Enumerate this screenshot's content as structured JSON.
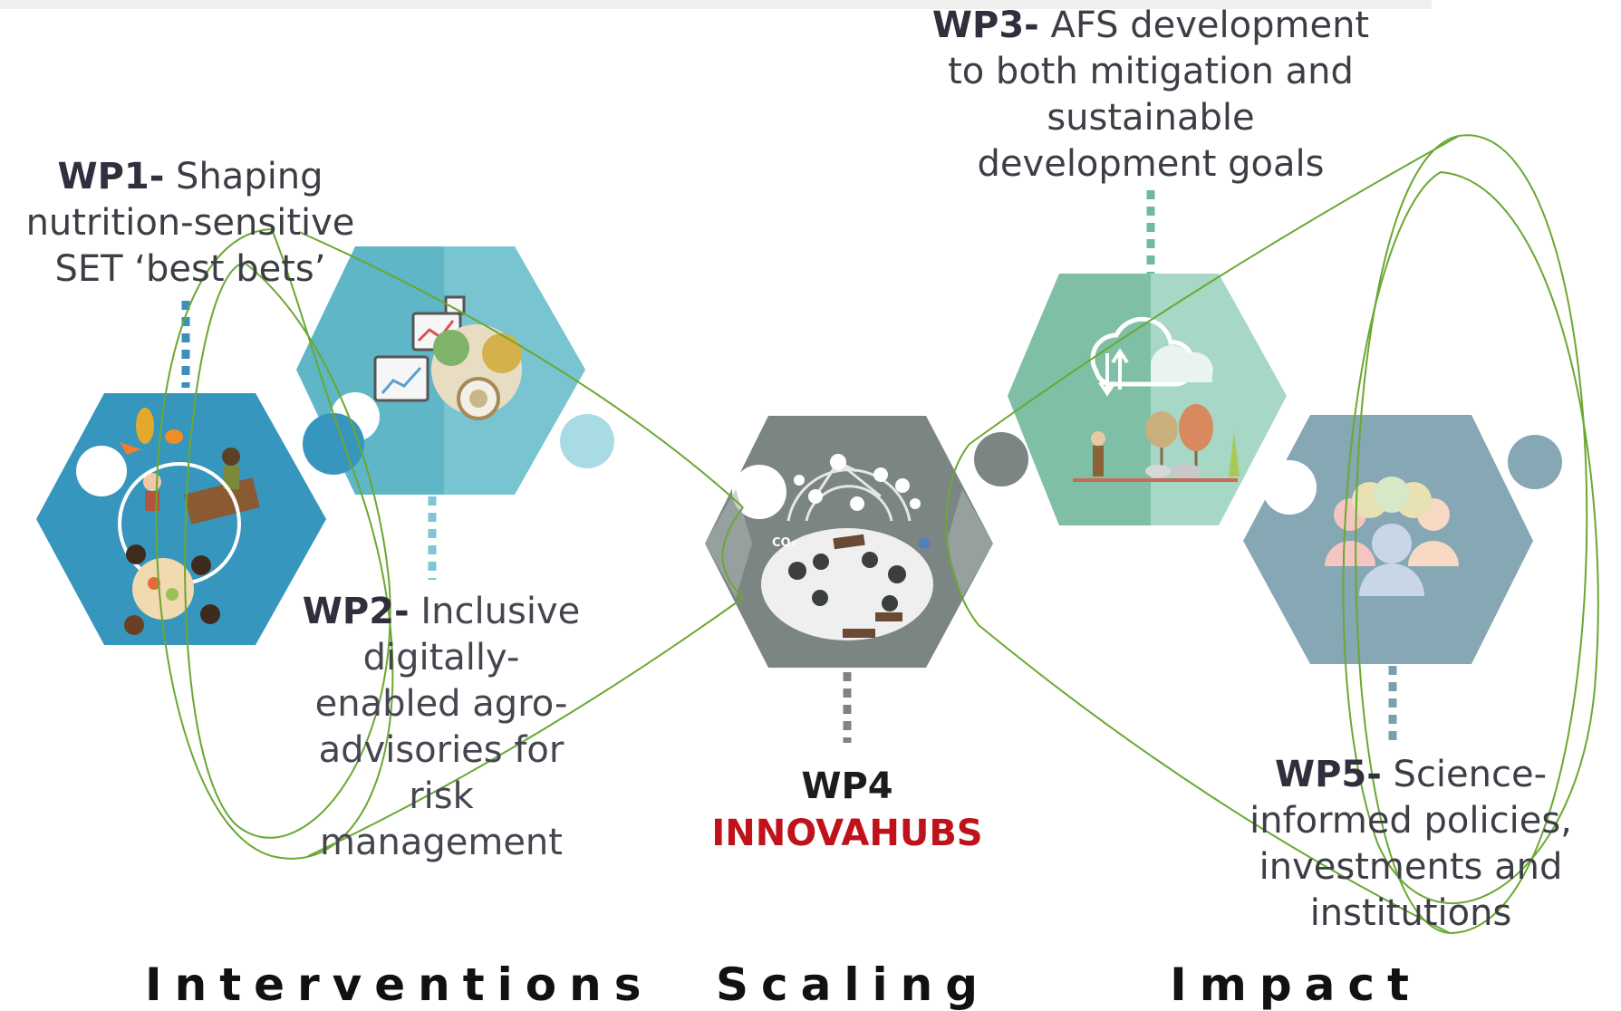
{
  "wp1": {
    "code": "WP1-",
    "text": "Shaping\nnutrition-sensitive\nSET ‘best bets’"
  },
  "wp2": {
    "code": "WP2-",
    "text": "Inclusive\ndigitally-\nenabled agro-\nadvisories for\nrisk\nmanagement"
  },
  "wp3": {
    "code": "WP3-",
    "text": "AFS development\nto both mitigation and\nsustainable\ndevelopment goals"
  },
  "wp4": {
    "code": "WP4",
    "name": "INNOVAHUBS",
    "co2_label": "CO₂"
  },
  "wp5": {
    "code": "WP5-",
    "text": "Science-\ninformed policies,\ninvestments and\ninstitutions"
  },
  "sections": {
    "interventions": "Interventions",
    "scaling": "Scaling",
    "impact": "Impact"
  },
  "colors": {
    "wp1_piece": "#3796bd",
    "wp2_piece": "#5eb6c6",
    "wp3_piece": "#7fbfa6",
    "wp4_piece": "#7a8584",
    "wp5_piece": "#86a7b4",
    "outline": "#6aa832",
    "dotted_line_blue": "#3c8fbd",
    "dotted_line_green": "#6cbba0",
    "dotted_line_grey": "#7a8584",
    "dotted_line_slate": "#7aa0b0",
    "accent_red": "#c0121a"
  }
}
